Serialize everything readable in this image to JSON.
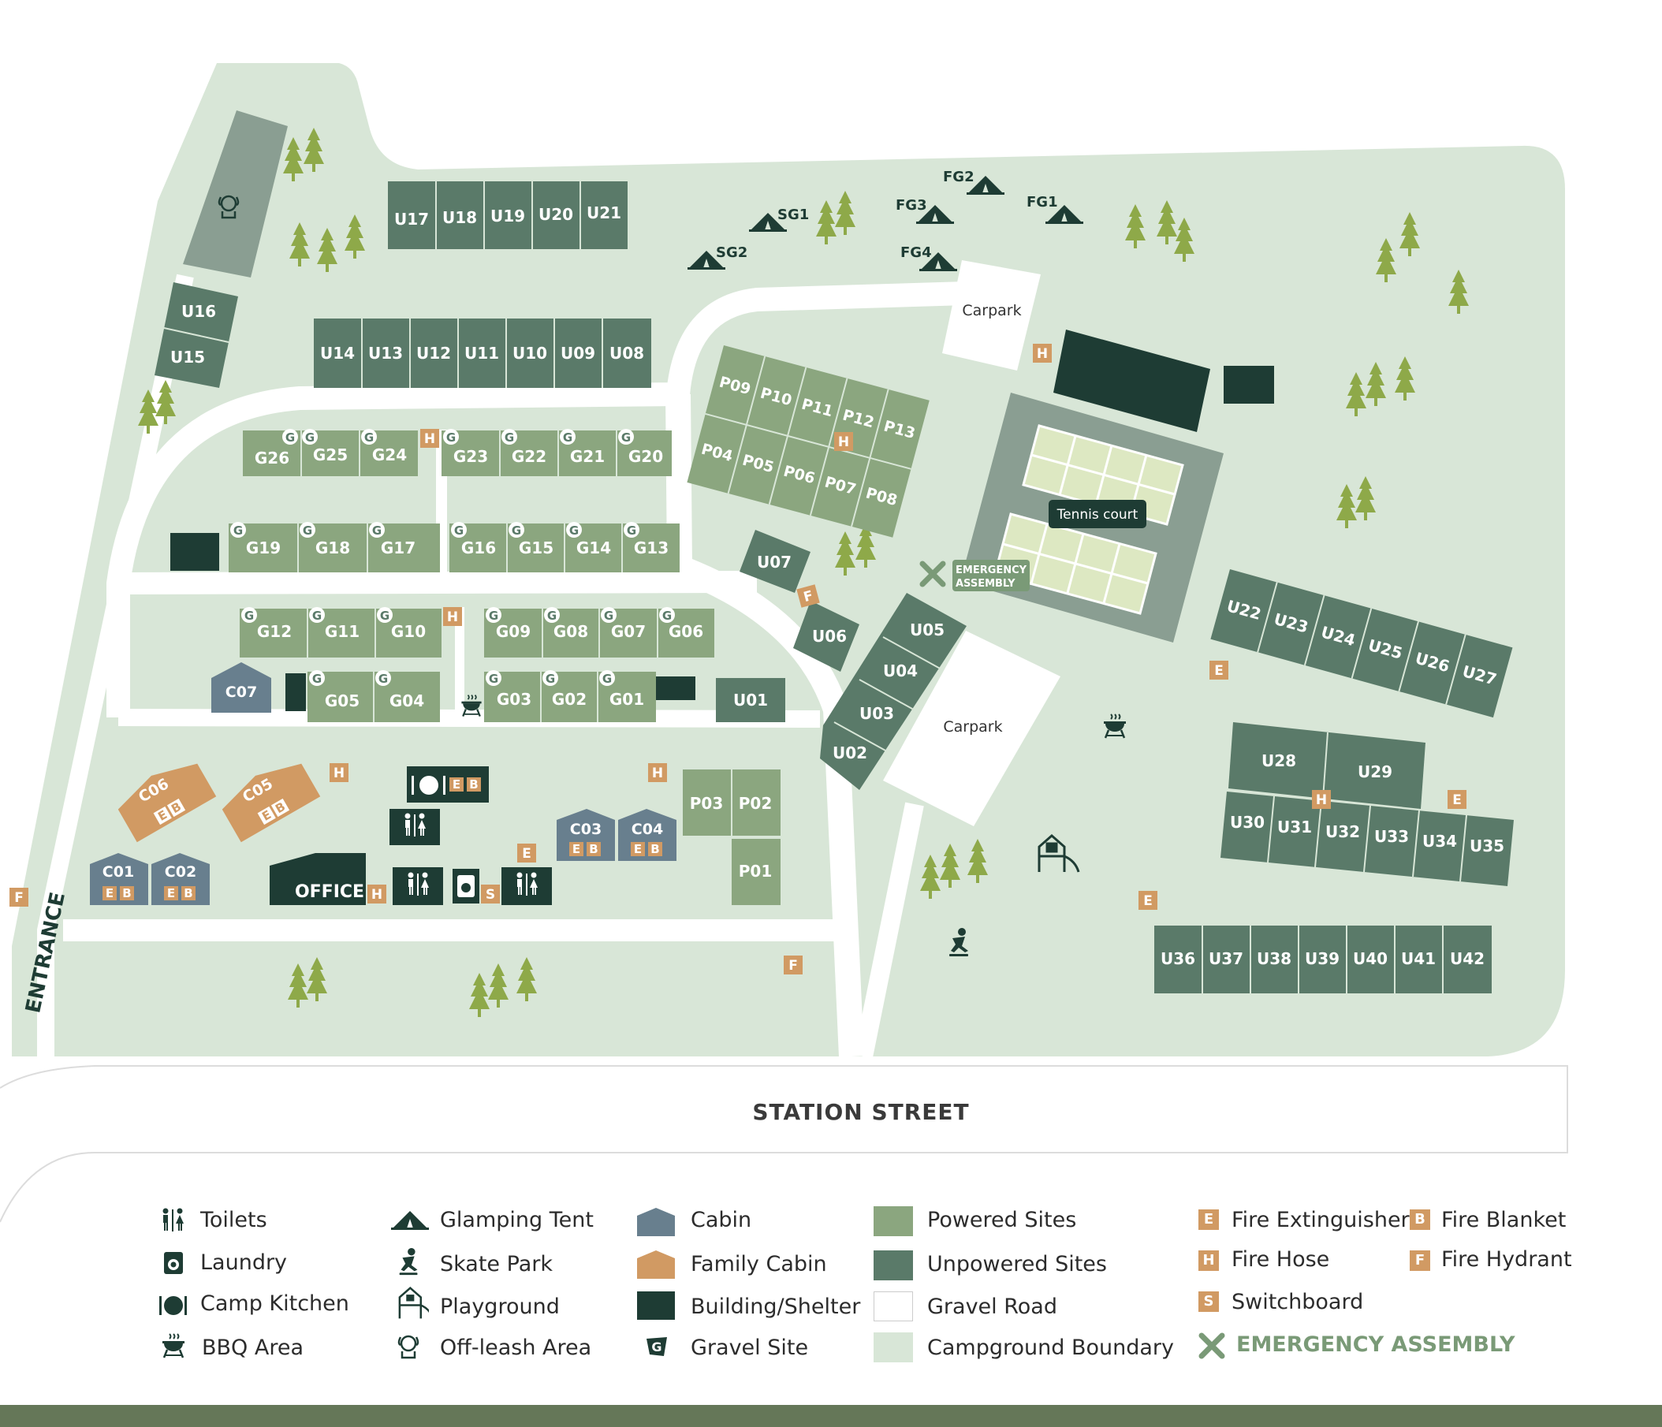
{
  "colors": {
    "boundary": "#d8e6d7",
    "powered": "#8ba67f",
    "unpowered": "#5a7a69",
    "building": "#1e3c34",
    "cabin": "#687f8e",
    "family_cabin": "#d19a63",
    "safety": "#d19a63",
    "tree": "#8ea949",
    "gravel_road": "#ffffff",
    "off_leash": "#8a9e92",
    "court_outer": "#8a9e92",
    "court_inner": "#dde8c2",
    "bottom_band": "#657758",
    "assembly": "#7a9a77"
  },
  "labels": {
    "station_street": "STATION STREET",
    "entrance": "ENTRANCE",
    "carpark_top": "Carpark",
    "carpark_mid": "Carpark",
    "tennis_court": "Tennis court",
    "office": "OFFICE",
    "assembly_1": "EMERGENCY",
    "assembly_2": "ASSEMBLY"
  },
  "sites": {
    "u_top": [
      "U17",
      "U18",
      "U19",
      "U20",
      "U21"
    ],
    "u_mid": [
      "U14",
      "U13",
      "U12",
      "U11",
      "U10",
      "U09",
      "U08"
    ],
    "u_left": [
      "U16",
      "U15"
    ],
    "g_row1a": [
      "G26",
      "G25",
      "G24"
    ],
    "g_row1b": [
      "G23",
      "G22",
      "G21",
      "G20"
    ],
    "g_row2a": [
      "G19",
      "G18",
      "G17"
    ],
    "g_row2b": [
      "G16",
      "G15",
      "G14",
      "G13"
    ],
    "g_row3a": [
      "G12",
      "G11",
      "G10"
    ],
    "g_row3b": [
      "G09",
      "G08",
      "G07",
      "G06"
    ],
    "g_row4a": [
      "G05",
      "G04"
    ],
    "g_row4b": [
      "G03",
      "G02",
      "G01"
    ],
    "p_block": [
      "P09",
      "P10",
      "P11",
      "P12",
      "P13",
      "P04",
      "P05",
      "P06",
      "P07",
      "P08"
    ],
    "p_small": [
      "P03",
      "P02",
      "P01"
    ],
    "u_diag": [
      "U05",
      "U04",
      "U03",
      "U02"
    ],
    "u_mid2": [
      "U07",
      "U06",
      "U01"
    ],
    "u_right1": [
      "U22",
      "U23",
      "U24",
      "U25",
      "U26",
      "U27"
    ],
    "u_right2": [
      "U28",
      "U29"
    ],
    "u_right3": [
      "U30",
      "U31",
      "U32",
      "U33",
      "U34",
      "U35"
    ],
    "u_bottom": [
      "U36",
      "U37",
      "U38",
      "U39",
      "U40",
      "U41",
      "U42"
    ],
    "cabins": [
      "C07",
      "C01",
      "C02",
      "C03",
      "C04"
    ],
    "family_cabins": [
      "C06",
      "C05"
    ],
    "tents": [
      "SG1",
      "SG2",
      "FG1",
      "FG2",
      "FG3",
      "FG4"
    ]
  },
  "markers": {
    "g": "G",
    "h": "H",
    "e": "E",
    "f": "F",
    "b": "B",
    "s": "S"
  },
  "legend": {
    "col1": [
      {
        "icon": "toilets-icon",
        "label": "Toilets"
      },
      {
        "icon": "laundry-icon",
        "label": "Laundry"
      },
      {
        "icon": "camp-kitchen-icon",
        "label": "Camp Kitchen"
      },
      {
        "icon": "bbq-icon",
        "label": "BBQ Area"
      }
    ],
    "col2": [
      {
        "icon": "glamping-tent-icon",
        "label": "Glamping Tent"
      },
      {
        "icon": "skate-park-icon",
        "label": "Skate Park"
      },
      {
        "icon": "playground-icon",
        "label": "Playground"
      },
      {
        "icon": "off-leash-icon",
        "label": "Off-leash Area"
      }
    ],
    "col3": [
      {
        "icon": "cabin-swatch",
        "label": "Cabin"
      },
      {
        "icon": "family-cabin-swatch",
        "label": "Family Cabin"
      },
      {
        "icon": "building-swatch",
        "label": "Building/Shelter"
      },
      {
        "icon": "gravel-site-icon",
        "label": "Gravel Site"
      }
    ],
    "col4": [
      {
        "icon": "powered-swatch",
        "label": "Powered Sites"
      },
      {
        "icon": "unpowered-swatch",
        "label": "Unpowered Sites"
      },
      {
        "icon": "gravel-road-swatch",
        "label": "Gravel Road"
      },
      {
        "icon": "boundary-swatch",
        "label": "Campground Boundary"
      }
    ],
    "col5": [
      {
        "icon": "fire-extinguisher-icon",
        "letter": "E",
        "label": "Fire Extinguisher"
      },
      {
        "icon": "fire-hose-icon",
        "letter": "H",
        "label": "Fire Hose"
      },
      {
        "icon": "switchboard-icon",
        "letter": "S",
        "label": "Switchboard"
      }
    ],
    "col6": [
      {
        "icon": "fire-blanket-icon",
        "letter": "B",
        "label": "Fire Blanket"
      },
      {
        "icon": "fire-hydrant-icon",
        "letter": "F",
        "label": "Fire Hydrant"
      }
    ],
    "assembly": "EMERGENCY ASSEMBLY"
  }
}
